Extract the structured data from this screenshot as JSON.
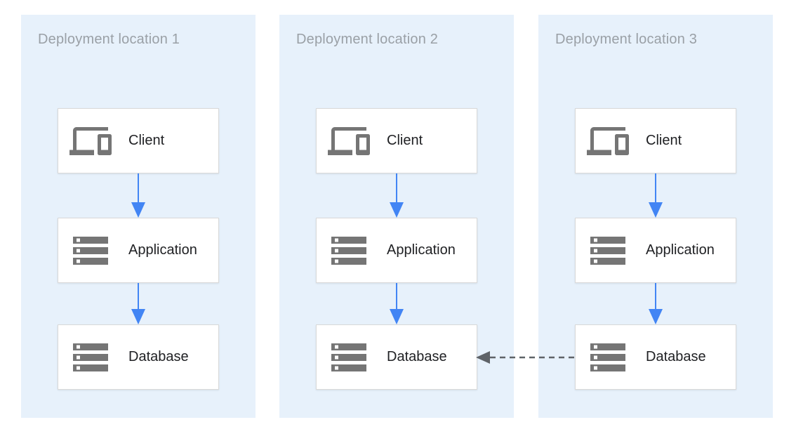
{
  "diagram": {
    "panels": [
      {
        "title": "Deployment location 1",
        "nodes": [
          {
            "label": "Client",
            "icon": "devices-icon"
          },
          {
            "label": "Application",
            "icon": "server-stack-icon"
          },
          {
            "label": "Database",
            "icon": "server-stack-icon"
          }
        ]
      },
      {
        "title": "Deployment location 2",
        "nodes": [
          {
            "label": "Client",
            "icon": "devices-icon"
          },
          {
            "label": "Application",
            "icon": "server-stack-icon"
          },
          {
            "label": "Database",
            "icon": "server-stack-icon"
          }
        ]
      },
      {
        "title": "Deployment location 3",
        "nodes": [
          {
            "label": "Client",
            "icon": "devices-icon"
          },
          {
            "label": "Application",
            "icon": "server-stack-icon"
          },
          {
            "label": "Database",
            "icon": "server-stack-icon"
          }
        ]
      }
    ],
    "flows": {
      "within_each_panel": "Client -> Application -> Database",
      "within_arrow_style": "solid blue arrow",
      "cross_panel_arrow": {
        "from": "Database (Deployment location 3)",
        "to": "Database (Deployment location 2)",
        "style": "dashed gray arrow"
      }
    },
    "colors": {
      "page_background": "#ffffff",
      "panel_background": "#e7f1fb",
      "panel_title_text": "#9aa0a6",
      "node_background": "#ffffff",
      "node_border": "#d9d9d9",
      "node_label_text": "#202124",
      "icon": "#757575",
      "flow_arrow": "#4285f4",
      "replication_arrow": "#5f6368"
    }
  }
}
